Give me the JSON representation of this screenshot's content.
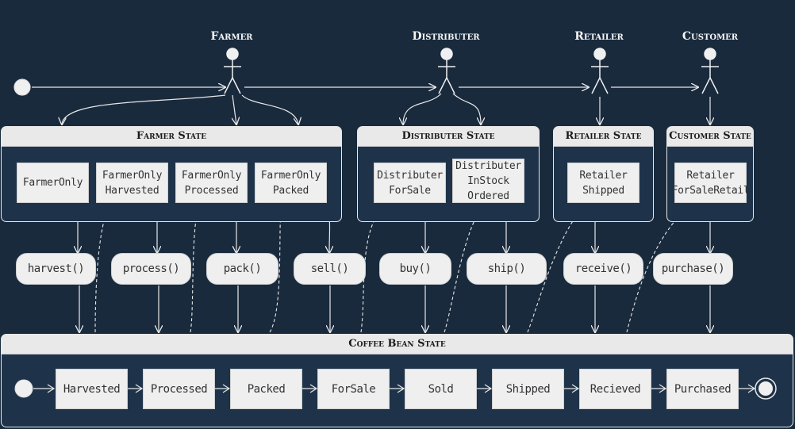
{
  "actors": [
    {
      "id": "farmer",
      "name": "Farmer"
    },
    {
      "id": "distributer",
      "name": "Distributer"
    },
    {
      "id": "retailer",
      "name": "Retailer"
    },
    {
      "id": "customer",
      "name": "Customer"
    }
  ],
  "panels": {
    "farmer": {
      "title": "Farmer State",
      "states": [
        "FarmerOnly",
        "FarmerOnly\nHarvested",
        "FarmerOnly\nProcessed",
        "FarmerOnly\nPacked"
      ]
    },
    "distributer": {
      "title": "Distributer State",
      "states": [
        "Distributer\nForSale",
        "Distributer\nInStock\nOrdered"
      ]
    },
    "retailer": {
      "title": "Retailer State",
      "states": [
        "Retailer\nShipped"
      ]
    },
    "customer": {
      "title": "Customer State",
      "states": [
        "Retailer\nForSaleRetail"
      ]
    }
  },
  "functions": [
    "harvest()",
    "process()",
    "pack()",
    "sell()",
    "buy()",
    "ship()",
    "receive()",
    "purchase()"
  ],
  "coffee": {
    "title": "Coffee Bean State",
    "states": [
      "Harvested",
      "Processed",
      "Packed",
      "ForSale",
      "Sold",
      "Shipped",
      "Recieved",
      "Purchased"
    ]
  },
  "colors": {
    "background": "#192a3d",
    "line": "#e8e8e8",
    "box": "#efefef"
  }
}
